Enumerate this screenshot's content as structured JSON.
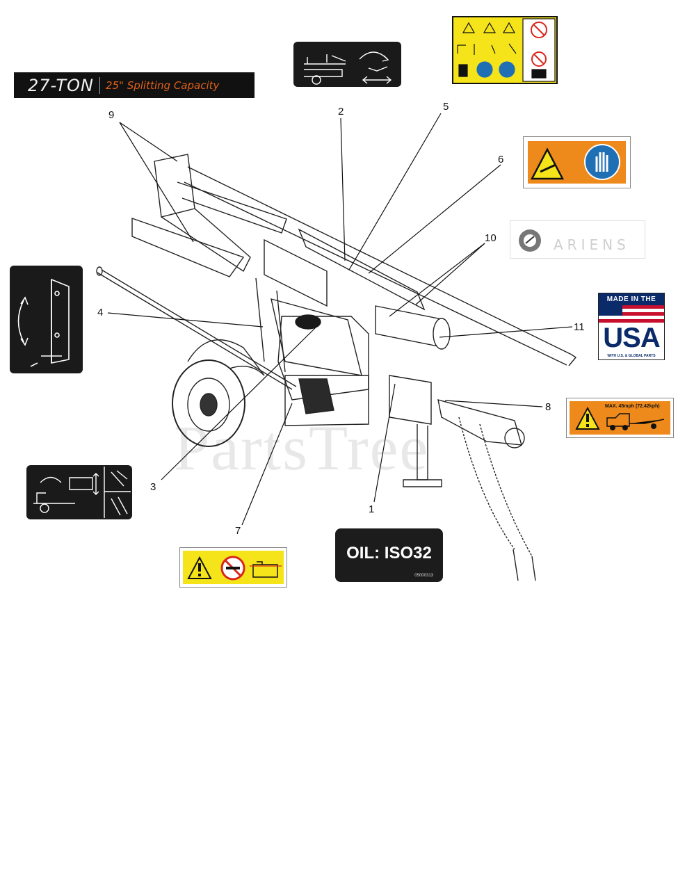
{
  "decals": {
    "title": {
      "main": "27-TON",
      "sub": "25\" Splitting Capacity"
    },
    "oil": {
      "text": "OIL: ISO32",
      "code": "05000313"
    },
    "usa": {
      "top": "MADE IN THE",
      "word": "USA",
      "bottom": "WITH U.S. & GLOBAL PARTS"
    },
    "speed": {
      "text": "MAX. 45mph (72.42kph)"
    },
    "brand": {
      "text": "ARIENS"
    }
  },
  "callouts": [
    "9",
    "2",
    "5",
    "6",
    "10",
    "4",
    "11",
    "8",
    "3",
    "7",
    "1"
  ],
  "watermark": "PartsTree",
  "colors": {
    "safety_yellow": "#f5e41a",
    "safety_orange": "#ee8a1c",
    "mandatory_blue": "#1f6fb5",
    "prohibit_red": "#d9261c",
    "brand_orange": "#e0601a"
  }
}
